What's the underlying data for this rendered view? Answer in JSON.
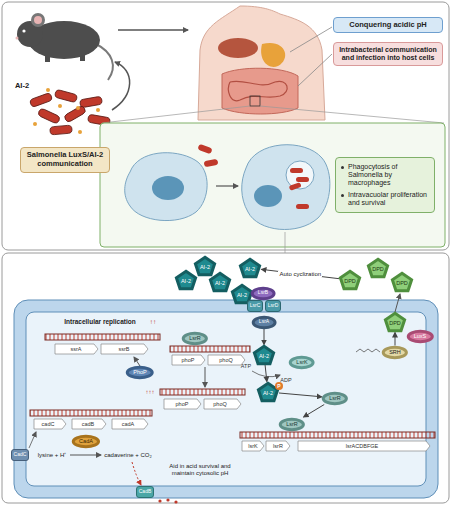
{
  "diagram": {
    "nodes": [
      {
        "text": [
          "Salmonella LuxS/AI-2 communication"
        ]
      },
      {
        "text": [
          "Conquering acidic pH"
        ]
      },
      {
        "text": [
          "Intrabacterial communication and infection into host cells"
        ]
      },
      {
        "text": [
          "Phagocytosis of Salmonella by macrophages",
          "Intravacuolar proliferation and survival"
        ]
      },
      {
        "text": [
          "SRH"
        ]
      },
      {
        "text": [
          "LuxS"
        ]
      },
      {
        "text": [
          "DPD"
        ]
      },
      {
        "text": [
          "DPD"
        ]
      },
      {
        "text": [
          "DPD"
        ]
      },
      {
        "text": [
          "DPD"
        ]
      },
      {
        "text": [
          "AI-2"
        ]
      },
      {
        "text": [
          "AI-2"
        ]
      },
      {
        "text": [
          "AI-2"
        ]
      },
      {
        "text": [
          "AI-2"
        ]
      },
      {
        "text": [
          "AI-2"
        ]
      },
      {
        "text": [
          "LsrB"
        ]
      },
      {
        "text": [
          "LsrC"
        ]
      },
      {
        "text": [
          "LsrD"
        ]
      },
      {
        "text": [
          "LsrA"
        ]
      },
      {
        "text": [
          "AI-2"
        ]
      },
      {
        "text": [
          "LsrK"
        ]
      },
      {
        "text": [
          "AI-2"
        ]
      },
      {
        "text": [
          "LsrR"
        ]
      },
      {
        "text": [
          "LsrR"
        ]
      },
      {
        "text": [
          "LsrR"
        ]
      },
      {
        "text": [
          "PhoP"
        ]
      },
      {
        "text": [
          "CadC"
        ]
      },
      {
        "text": [
          "CadA"
        ]
      },
      {
        "text": [
          "CadB"
        ]
      }
    ],
    "edges": [
      {
        "from": 4,
        "to": 6,
        "arrow": "to"
      },
      {
        "from": 9,
        "to": 13,
        "label": "Auto cyclization",
        "arrow": "to"
      },
      {
        "from": 14,
        "to": 15,
        "arrow": "to"
      },
      {
        "from": 18,
        "to": 19,
        "arrow": "to"
      },
      {
        "from": 19,
        "to": 21,
        "arrow": "to"
      },
      {
        "from": 21,
        "to": 22,
        "arrow": "to"
      },
      {
        "from": 22,
        "to": 23,
        "arrow": "to"
      }
    ],
    "labels": [
      "AI-2",
      "ATP",
      "ADP",
      "P",
      "lsrK",
      "lsrR",
      "lsrACDBFGE",
      "phoP",
      "phoQ",
      "↑↑↑",
      "phoP",
      "phoQ",
      "Intracellular replication",
      "↑↑",
      "ssrA",
      "ssrB",
      "cadC",
      "cadB",
      "cadA",
      "lysine + H⁺",
      "cadaverine + CO₂",
      "Aid in acid survival and maintain cytosolic pH"
    ]
  }
}
